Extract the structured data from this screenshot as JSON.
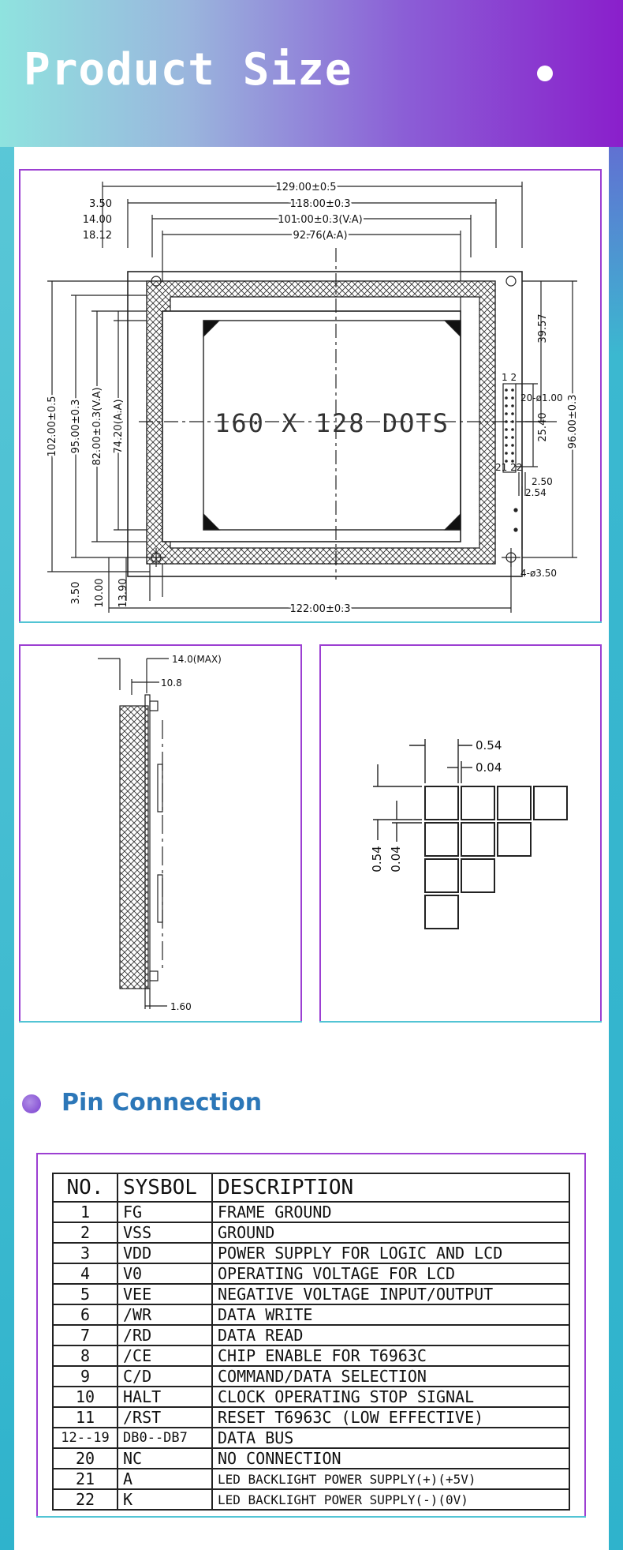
{
  "banner": {
    "title": "Product Size"
  },
  "dimensions": {
    "front": {
      "top": [
        "129.00±0.5",
        "118.00±0.3",
        "101.00±0.3(V.A)",
        "92.76(A.A)"
      ],
      "top_left": [
        "3.50",
        "14.00",
        "18.12"
      ],
      "left": [
        "102.00±0.5",
        "95.00±0.3",
        "82.00±0.3(V.A)",
        "74.20(A.A)"
      ],
      "bottom_left": [
        "3.50",
        "10.00",
        "13.90"
      ],
      "bottom": "122.00±0.3",
      "right": [
        "39.57",
        "96.00±0.3",
        "25.40",
        "20-ø1.00",
        "2.50",
        "2.54",
        "4-ø3.50"
      ],
      "pin_labels": [
        "1 2",
        "21 22"
      ],
      "center_text": "160 X 128 DOTS"
    },
    "side": [
      "14.0(MAX)",
      "10.8",
      "1.60"
    ],
    "pixel": [
      "0.54",
      "0.04",
      "0.54",
      "0.04"
    ]
  },
  "pin_section": {
    "title": "Pin Connection"
  },
  "pin_table": {
    "headers": [
      "NO.",
      "SYSBOL",
      "DESCRIPTION"
    ],
    "rows": [
      [
        "1",
        "FG",
        "FRAME GROUND"
      ],
      [
        "2",
        "VSS",
        "GROUND"
      ],
      [
        "3",
        "VDD",
        "POWER SUPPLY FOR LOGIC AND LCD"
      ],
      [
        "4",
        "V0",
        "OPERATING VOLTAGE FOR LCD"
      ],
      [
        "5",
        "VEE",
        "NEGATIVE VOLTAGE INPUT/OUTPUT"
      ],
      [
        "6",
        "/WR",
        "DATA WRITE"
      ],
      [
        "7",
        "/RD",
        "DATA READ"
      ],
      [
        "8",
        "/CE",
        "CHIP ENABLE FOR T6963C"
      ],
      [
        "9",
        "C/D",
        "COMMAND/DATA SELECTION"
      ],
      [
        "10",
        "HALT",
        "CLOCK OPERATING STOP SIGNAL"
      ],
      [
        "11",
        "/RST",
        "RESET T6963C (LOW EFFECTIVE)"
      ],
      [
        "12--19",
        "DB0--DB7",
        "DATA BUS"
      ],
      [
        "20",
        "NC",
        "NO CONNECTION"
      ],
      [
        "21",
        "A",
        "LED BACKLIGHT POWER SUPPLY(+)(+5V)"
      ],
      [
        "22",
        "K",
        "LED BACKLIGHT POWER SUPPLY(-)(0V)"
      ]
    ]
  }
}
